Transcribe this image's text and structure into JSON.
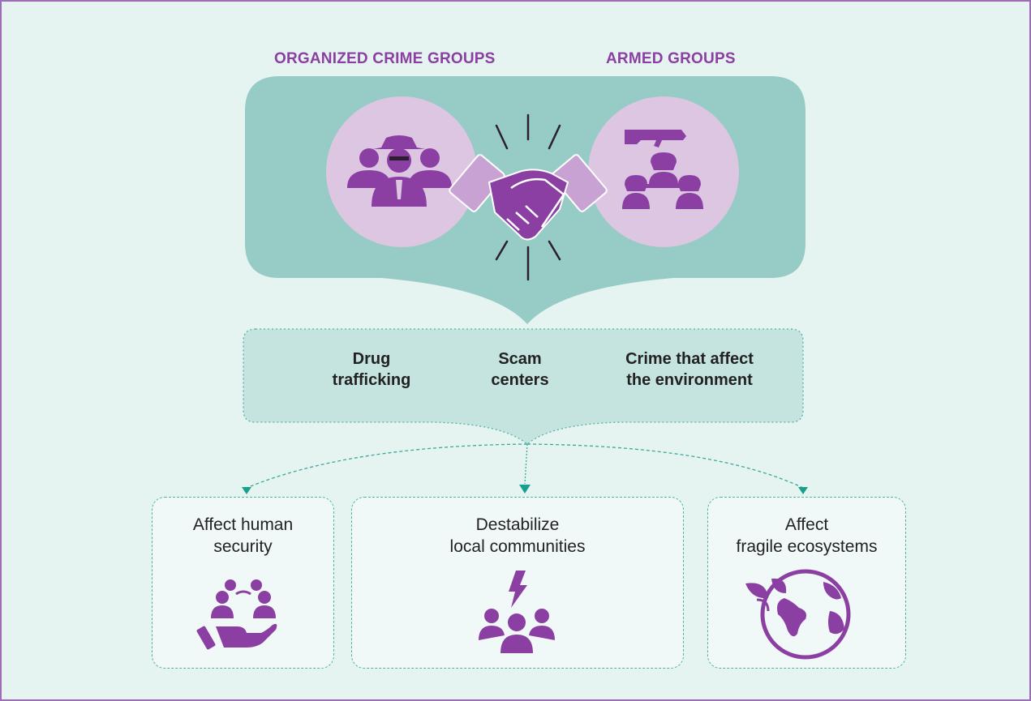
{
  "groups": {
    "left_label": "ORGANIZED CRIME GROUPS",
    "right_label": "ARMED GROUPS"
  },
  "activities": {
    "drug_line1": "Drug",
    "drug_line2": "trafficking",
    "scam_line1": "Scam",
    "scam_line2": "centers",
    "env_line1": "Crime that affect",
    "env_line2": "the environment"
  },
  "impacts": {
    "human_line1": "Affect human",
    "human_line2": "security",
    "communities_line1": "Destabilize",
    "communities_line2": "local communities",
    "eco_line1": "Affect",
    "eco_line2": "fragile ecosystems"
  },
  "icons": {
    "left_circle": "criminals-group-icon",
    "center": "handshake-icon",
    "right_circle": "armed-soldiers-icon",
    "human": "people-on-hand-icon",
    "communities": "lightning-people-icon",
    "eco": "globe-plant-icon"
  },
  "colors": {
    "purple": "#8b3fa3",
    "teal_panel": "#96cbc6",
    "circle_fill": "#dcc6e2",
    "frame_border": "#9d6db8",
    "box_border": "#4fb3a3"
  }
}
